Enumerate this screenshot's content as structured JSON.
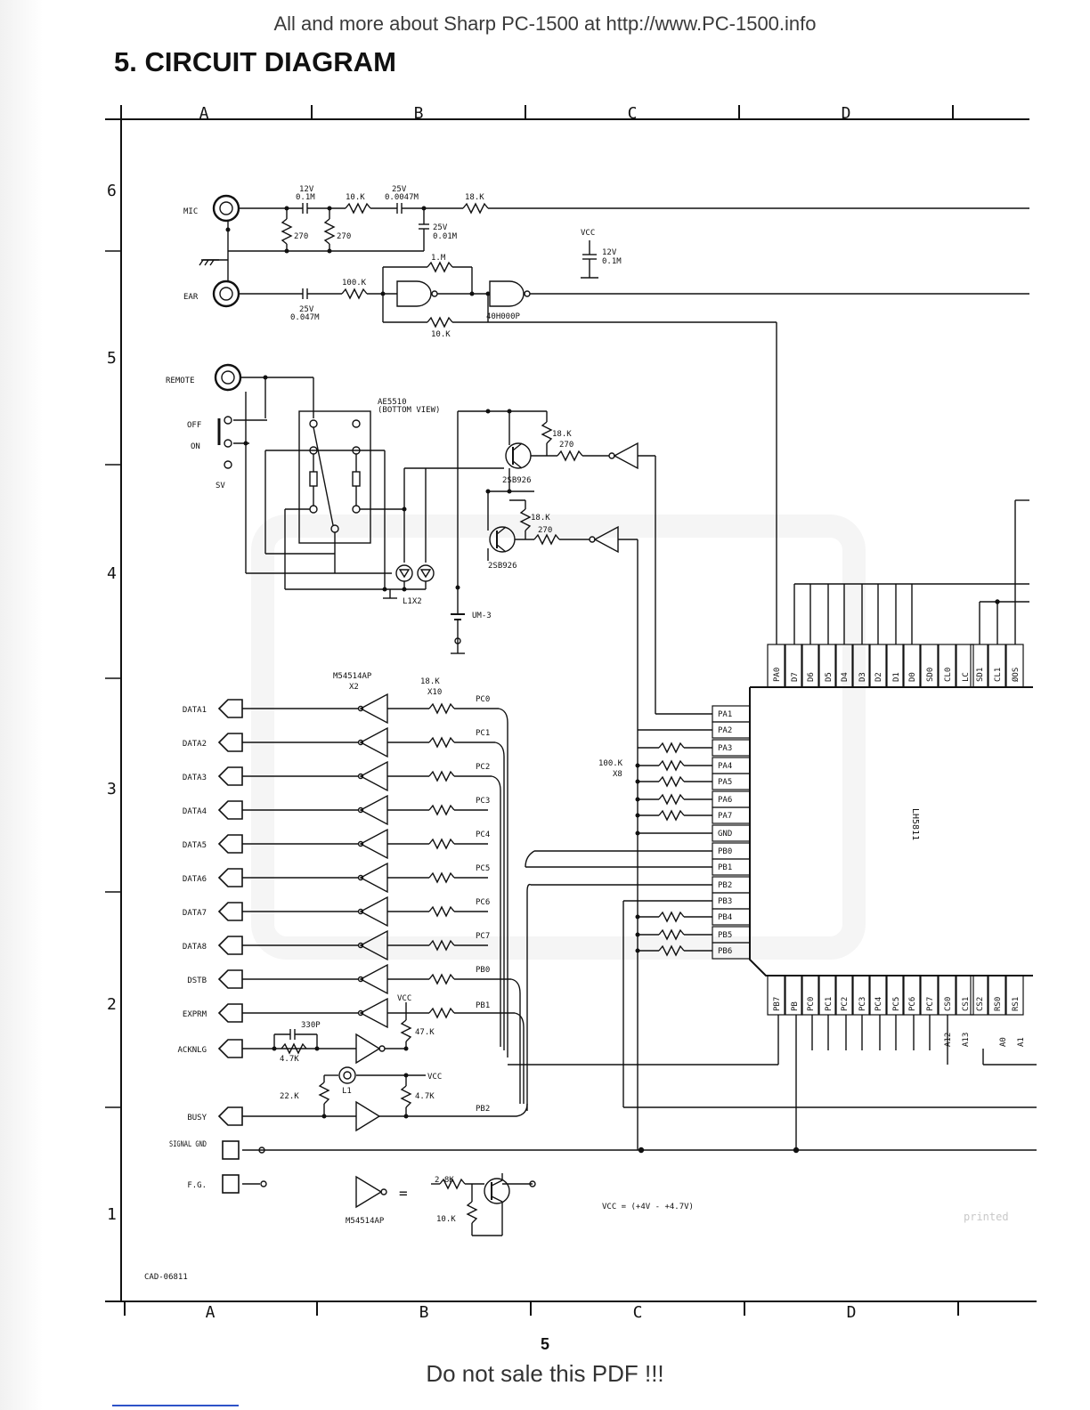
{
  "header": {
    "source_line": "All and more about Sharp PC-1500 at http://www.PC-1500.info"
  },
  "title": "5. CIRCUIT DIAGRAM",
  "grid": {
    "columns": [
      "A",
      "B",
      "C",
      "D"
    ],
    "rows": [
      "6",
      "5",
      "4",
      "3",
      "2",
      "1"
    ]
  },
  "labels": {
    "mic": "MIC",
    "ear": "EAR",
    "remote": "REMOTE",
    "off": "OFF",
    "on": "ON",
    "sv": "SV",
    "cap_12v": "12V",
    "cap_01m": "0.1M",
    "r_10k": "10.K",
    "cap_25v_a": "25V",
    "cap_0047m": "0.0047M",
    "r_18k_top": "18.K",
    "r_270a": "270",
    "r_270b": "270",
    "cap_25v_b": "25V",
    "cap_001m": "0.01M",
    "vcc_top": "VCC",
    "vcc_cap_12v": "12V",
    "vcc_cap_01m": "0.1M",
    "r_1m": "1.M",
    "r_100k_ear": "100.K",
    "cap_25v_ear": "25V",
    "cap_0047m_ear": "0.047M",
    "ic_4011": "40H000P",
    "r_10k_ear": "10.K",
    "relay": "AE5510",
    "relay_view": "(BOTTOM VIEW)",
    "q1": "2SB926",
    "q2": "2SB926",
    "r_18k_q1": "18.K",
    "r_270_q1": "270",
    "r_18k_q2": "18.K",
    "r_270_q2": "270",
    "led": "L1X2",
    "battery": "UM-3",
    "buf_ic": "M54514AP",
    "buf_count": "X2",
    "r_array": "18.K",
    "r_array_count": "X10",
    "pullup": "100.K",
    "pullup_count": "X8",
    "vcc_b": "VCC",
    "r_47k": "47.K",
    "cap_330p": "330P",
    "r_47k_b": "4.7K",
    "r_22k": "22.K",
    "led_l1": "L1",
    "vcc_c": "VCC",
    "r_47k_c": "4.7K",
    "legend_ic": "M54514AP",
    "legend_r1": "2.8K",
    "legend_r2": "10.K",
    "eq": "=",
    "vcc_note": "VCC = (+4V - +4.7V)",
    "chip": "LH5811",
    "cad": "CAD-06811",
    "printed": "printed"
  },
  "connector_pins": [
    "DATA1",
    "DATA2",
    "DATA3",
    "DATA4",
    "DATA5",
    "DATA6",
    "DATA7",
    "DATA8",
    "DSTB",
    "EXPRM",
    "ACKNLG",
    "BUSY",
    "SIGNAL GND",
    "F.G."
  ],
  "buffer_outputs": [
    "PC0",
    "PC1",
    "PC2",
    "PC3",
    "PC4",
    "PC5",
    "PC6",
    "PC7",
    "PB0",
    "PB1",
    "PB2"
  ],
  "chip_left_pins": [
    "PA1",
    "PA2",
    "PA3",
    "PA4",
    "PA5",
    "PA6",
    "PA7",
    "GND",
    "PB0",
    "PB1",
    "PB2",
    "PB3",
    "PB4",
    "PB5",
    "PB6"
  ],
  "chip_top_pins": [
    "PA0",
    "D7",
    "D6",
    "D5",
    "D4",
    "D3",
    "D2",
    "D1",
    "D0",
    "SD0",
    "CL0",
    "LC",
    "SD1",
    "CL1",
    "ØOS"
  ],
  "chip_bottom_pins": [
    "PB7",
    "PB",
    "PC0",
    "PC1",
    "PC2",
    "PC3",
    "PC4",
    "PC5",
    "PC6",
    "PC7",
    "CS0",
    "CS1",
    "CS2",
    "RS0",
    "RS1"
  ],
  "chip_bottom_signals": [
    "A12",
    "A13",
    "A0",
    "A1"
  ],
  "footer": {
    "page_number": "5",
    "notice": "Do not sale this PDF !!!"
  }
}
